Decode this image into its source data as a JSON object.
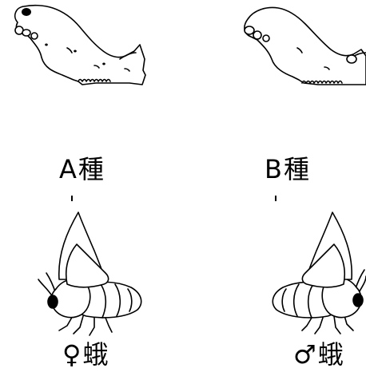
{
  "labels": {
    "species_a": "A種",
    "species_b": "B種",
    "moth_female": "♀蛾",
    "moth_male": "♂蛾"
  },
  "colors": {
    "line": "#000000",
    "fill": "#ffffff",
    "marking": "#000000"
  },
  "icons": {
    "larva_a": "caterpillar-icon",
    "larva_b": "caterpillar-icon",
    "moth_female": "moth-icon",
    "moth_male": "moth-icon"
  }
}
